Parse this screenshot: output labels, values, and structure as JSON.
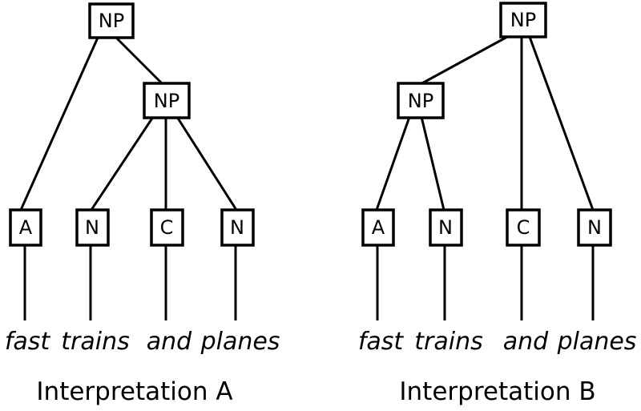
{
  "diagram": {
    "background_color": "#ffffff",
    "line_color": "#000000",
    "text_color": "#000000",
    "phrase": "fast trains and planes",
    "trees": [
      {
        "caption": "Interpretation A",
        "root_label": "NP",
        "inner_label": "NP",
        "leaf_labels": [
          "A",
          "N",
          "C",
          "N"
        ],
        "words": [
          "fast",
          "trains",
          "and",
          "planes"
        ],
        "edges": [
          "root→A",
          "root→innerNP",
          "innerNP→N",
          "innerNP→C",
          "innerNP→N"
        ]
      },
      {
        "caption": "Interpretation B",
        "root_label": "NP",
        "inner_label": "NP",
        "leaf_labels": [
          "A",
          "N",
          "C",
          "N"
        ],
        "words": [
          "fast",
          "trains",
          "and",
          "planes"
        ],
        "edges": [
          "root→innerNP",
          "root→C",
          "root→N",
          "innerNP→A",
          "innerNP→N"
        ]
      }
    ]
  }
}
